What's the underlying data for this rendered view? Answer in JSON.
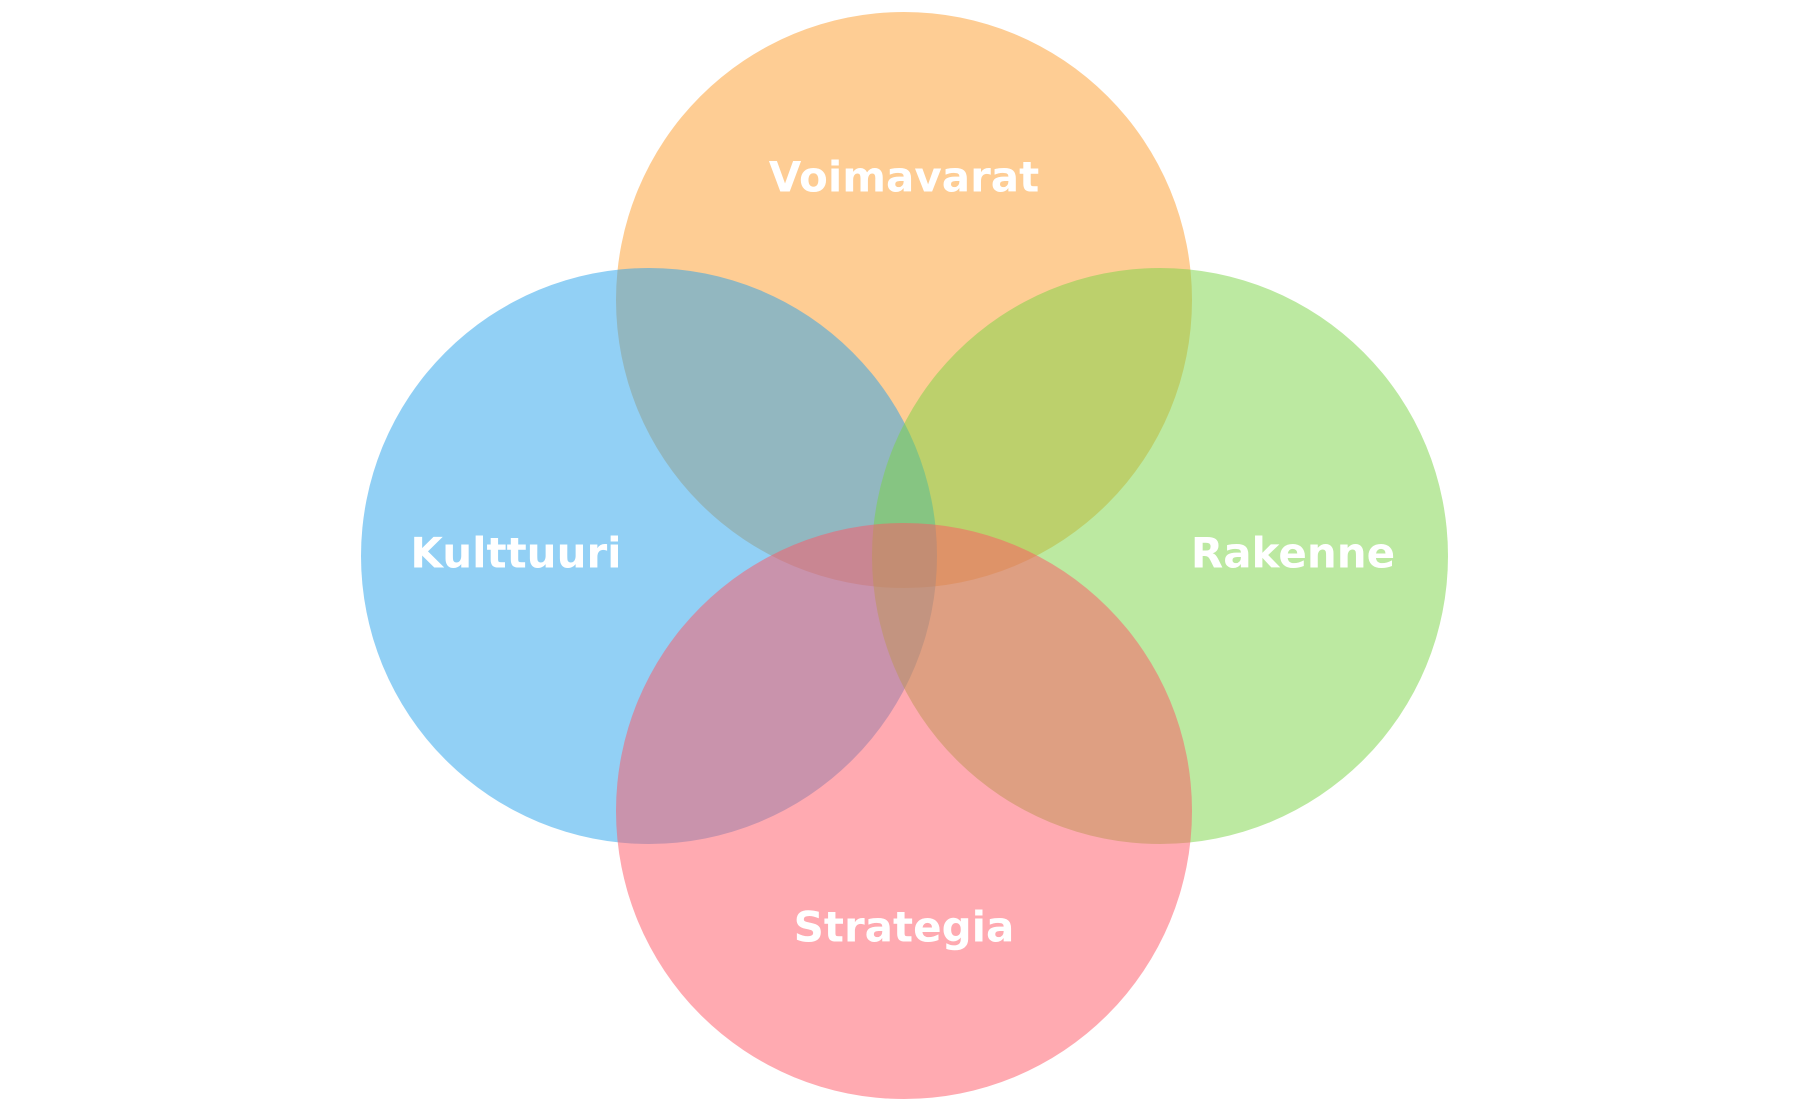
{
  "diagram": {
    "type": "venn",
    "sets": [
      {
        "id": "voimavarat",
        "label": "Voimavarat",
        "color": "#fe9b29"
      },
      {
        "id": "kulttuuri",
        "label": "Kulttuuri",
        "color": "#26a1ec"
      },
      {
        "id": "rakenne",
        "label": "Rakenne",
        "color": "#79d444"
      },
      {
        "id": "strategia",
        "label": "Strategia",
        "color": "#ff5663"
      }
    ]
  }
}
